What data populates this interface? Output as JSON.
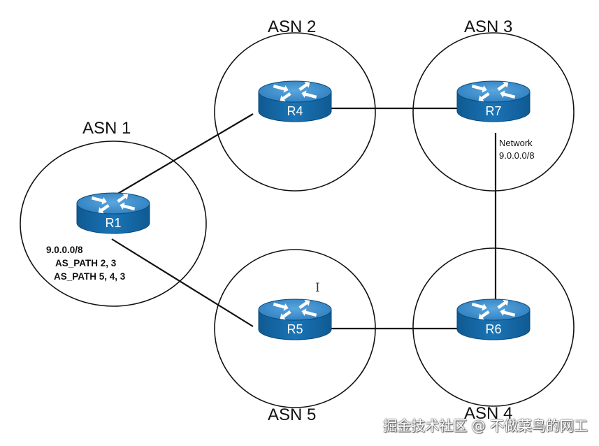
{
  "domains": [
    {
      "id": "asn1",
      "label": "ASN 1"
    },
    {
      "id": "asn2",
      "label": "ASN 2"
    },
    {
      "id": "asn3",
      "label": "ASN 3"
    },
    {
      "id": "asn4",
      "label": "ASN 4"
    },
    {
      "id": "asn5",
      "label": "ASN 5"
    }
  ],
  "routers": [
    {
      "id": "r1",
      "name": "R1",
      "asn": "asn1"
    },
    {
      "id": "r4",
      "name": "R4",
      "asn": "asn2"
    },
    {
      "id": "r7",
      "name": "R7",
      "asn": "asn3"
    },
    {
      "id": "r5",
      "name": "R5",
      "asn": "asn5"
    },
    {
      "id": "r6",
      "name": "R6",
      "asn": "asn4"
    }
  ],
  "links": [
    {
      "from": "r1",
      "to": "r4"
    },
    {
      "from": "r4",
      "to": "r7"
    },
    {
      "from": "r7",
      "to": "r6"
    },
    {
      "from": "r6",
      "to": "r5"
    },
    {
      "from": "r5",
      "to": "r1"
    }
  ],
  "annotations": {
    "r7_network": {
      "line1": "Network",
      "line2": "9.0.0.0/8"
    },
    "r1_routes": {
      "prefix": "9.0.0.0/8",
      "path1": "AS_PATH 2, 3",
      "path2": "AS_PATH 5, 4, 3"
    }
  },
  "watermark": "掘金技术社区 @ 不做菜鸟的网工",
  "colors": {
    "router_top": "#3f8fcf",
    "router_side": "#1569a8",
    "link": "#111111",
    "domain_outline": "#111111"
  }
}
